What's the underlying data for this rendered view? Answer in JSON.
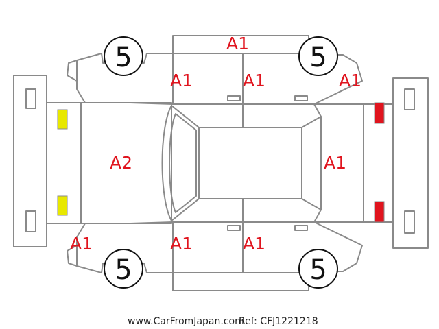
{
  "colors": {
    "outline": "#8a8a8a",
    "damage_code": "#e0141e",
    "front_lamp": "#e8e800",
    "rear_lamp": "#e0141e",
    "text": "#111111"
  },
  "codes": {
    "roof_top": "A1",
    "front_left_door": "A1",
    "rear_left_door": "A1",
    "rear_left_quarter": "A1",
    "hood": "A2",
    "rear_glass": "A1",
    "front_right_fender": "A1",
    "front_right_door": "A1",
    "rear_right_door": "A1"
  },
  "tires": {
    "front_left": "5",
    "rear_left": "5",
    "front_right": "5",
    "rear_right": "5"
  },
  "icons": [
    "front-lamp-icon",
    "rear-lamp-icon",
    "tire-icon",
    "mirror-icon"
  ],
  "footer": {
    "site": "www.CarFromJapan.com",
    "ref": "Ref: CFJ1221218"
  }
}
